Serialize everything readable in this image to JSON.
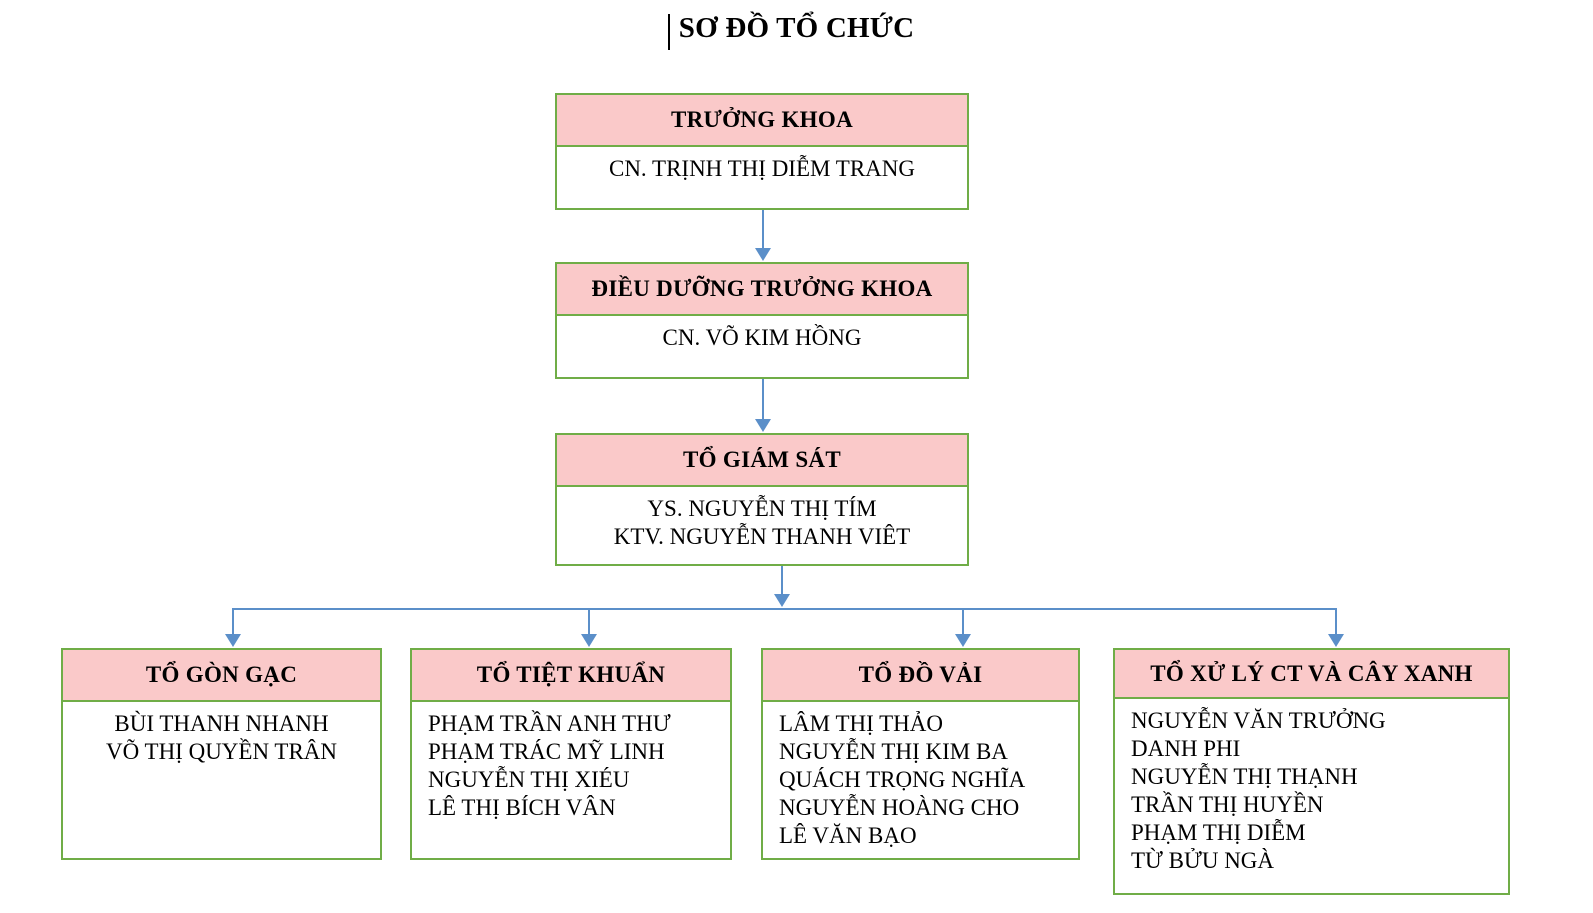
{
  "document": {
    "title": "SƠ ĐỒ TỔ CHỨC",
    "caret_visible": true
  },
  "colors": {
    "header_fill": "#FAC9C9",
    "border": "#70AD47",
    "connector": "#5B8FC9",
    "body_fill": "#FFFFFF",
    "text": "#000000"
  },
  "chart_data": {
    "type": "diagram",
    "title": "SƠ ĐỒ TỔ CHỨC",
    "orientation": "top-down",
    "levels": 4
  },
  "nodes": {
    "truong_khoa": {
      "title": "TRƯỞNG KHOA",
      "members": [
        "CN. TRỊNH THỊ DIỄM TRANG"
      ]
    },
    "dieu_duong_truong_khoa": {
      "title": "ĐIỀU DƯỠNG TRƯỞNG KHOA",
      "members": [
        "CN. VÕ KIM HỒNG"
      ]
    },
    "to_giam_sat": {
      "title": "TỔ GIÁM SÁT",
      "members": [
        "YS. NGUYỄN THỊ TÍM",
        "KTV. NGUYỄN THANH VIÊT"
      ]
    },
    "to_gon_gac": {
      "title": "TỔ GÒN GẠC",
      "members": [
        "BÙI THANH NHANH",
        "VÕ THỊ QUYỀN TRÂN"
      ]
    },
    "to_tiet_khuan": {
      "title": "TỔ TIỆT KHUẨN",
      "members": [
        "PHẠM TRẦN ANH THƯ",
        " PHẠM TRÁC MỸ LINH",
        "NGUYỄN THỊ XIÉU",
        "LÊ THỊ BÍCH VÂN"
      ]
    },
    "to_do_vai": {
      "title": "TỔ ĐỒ VẢI",
      "members": [
        "LÂM THỊ THẢO",
        "NGUYỄN THỊ KIM BA",
        "QUÁCH TRỌNG NGHĨA",
        "NGUYỄN HOÀNG CHO",
        "LÊ VĂN BẠO"
      ]
    },
    "to_xu_ly_ct_cay_xanh": {
      "title": "TỔ XỬ LÝ CT VÀ CÂY XANH",
      "members": [
        "NGUYỄN VĂN TRƯỞNG",
        "DANH PHI",
        "NGUYỄN THỊ THẠNH",
        "TRẦN THỊ HUYỀN",
        "PHẠM THỊ DIỄM",
        "TỪ BỬU NGÀ"
      ]
    }
  }
}
